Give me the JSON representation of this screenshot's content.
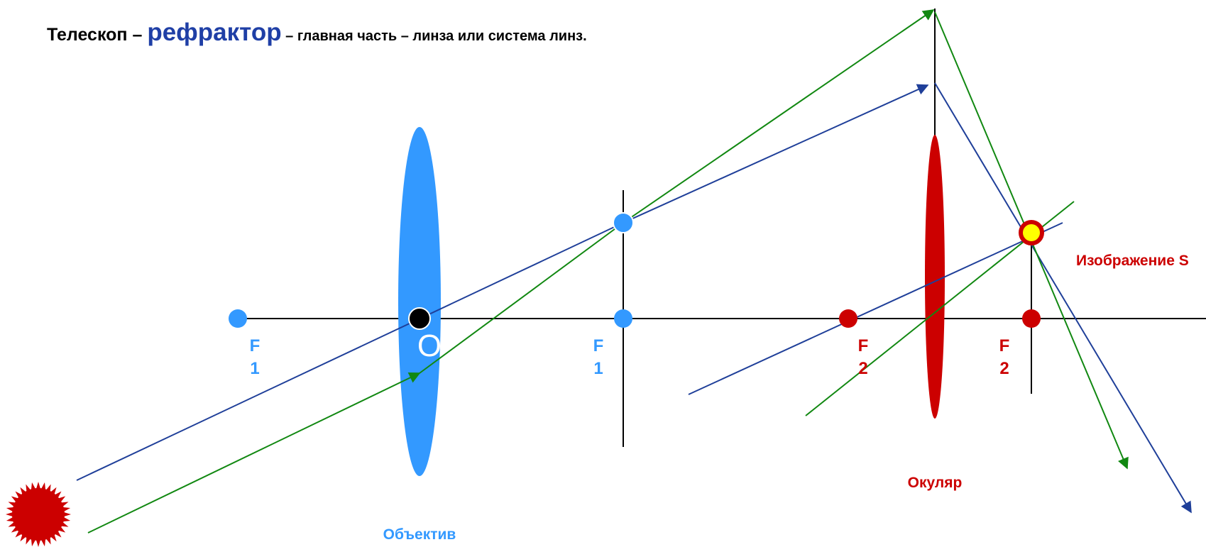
{
  "title": {
    "part1": "Телескоп – ",
    "highlight": "рефрактор",
    "part2": " – главная часть – линза или система линз."
  },
  "labels": {
    "objective_focus_left_letter": "F",
    "objective_focus_left_index": "1",
    "objective_center": "O",
    "objective_focus_right_letter": "F",
    "objective_focus_right_index": "1",
    "eyepiece_focus_left_letter": "F",
    "eyepiece_focus_left_index": "2",
    "eyepiece_focus_right_letter": "F",
    "eyepiece_focus_right_index": "2",
    "image_caption": "Изображение S",
    "objective_caption": "Объектив",
    "eyepiece_caption": "Окуляр"
  },
  "colors": {
    "objective": "#3399ff",
    "eyepiece": "#cc0000",
    "ray_blue": "#1f3f99",
    "ray_green": "#118811",
    "axis": "#000000",
    "image_point_fill": "#ffff00"
  }
}
